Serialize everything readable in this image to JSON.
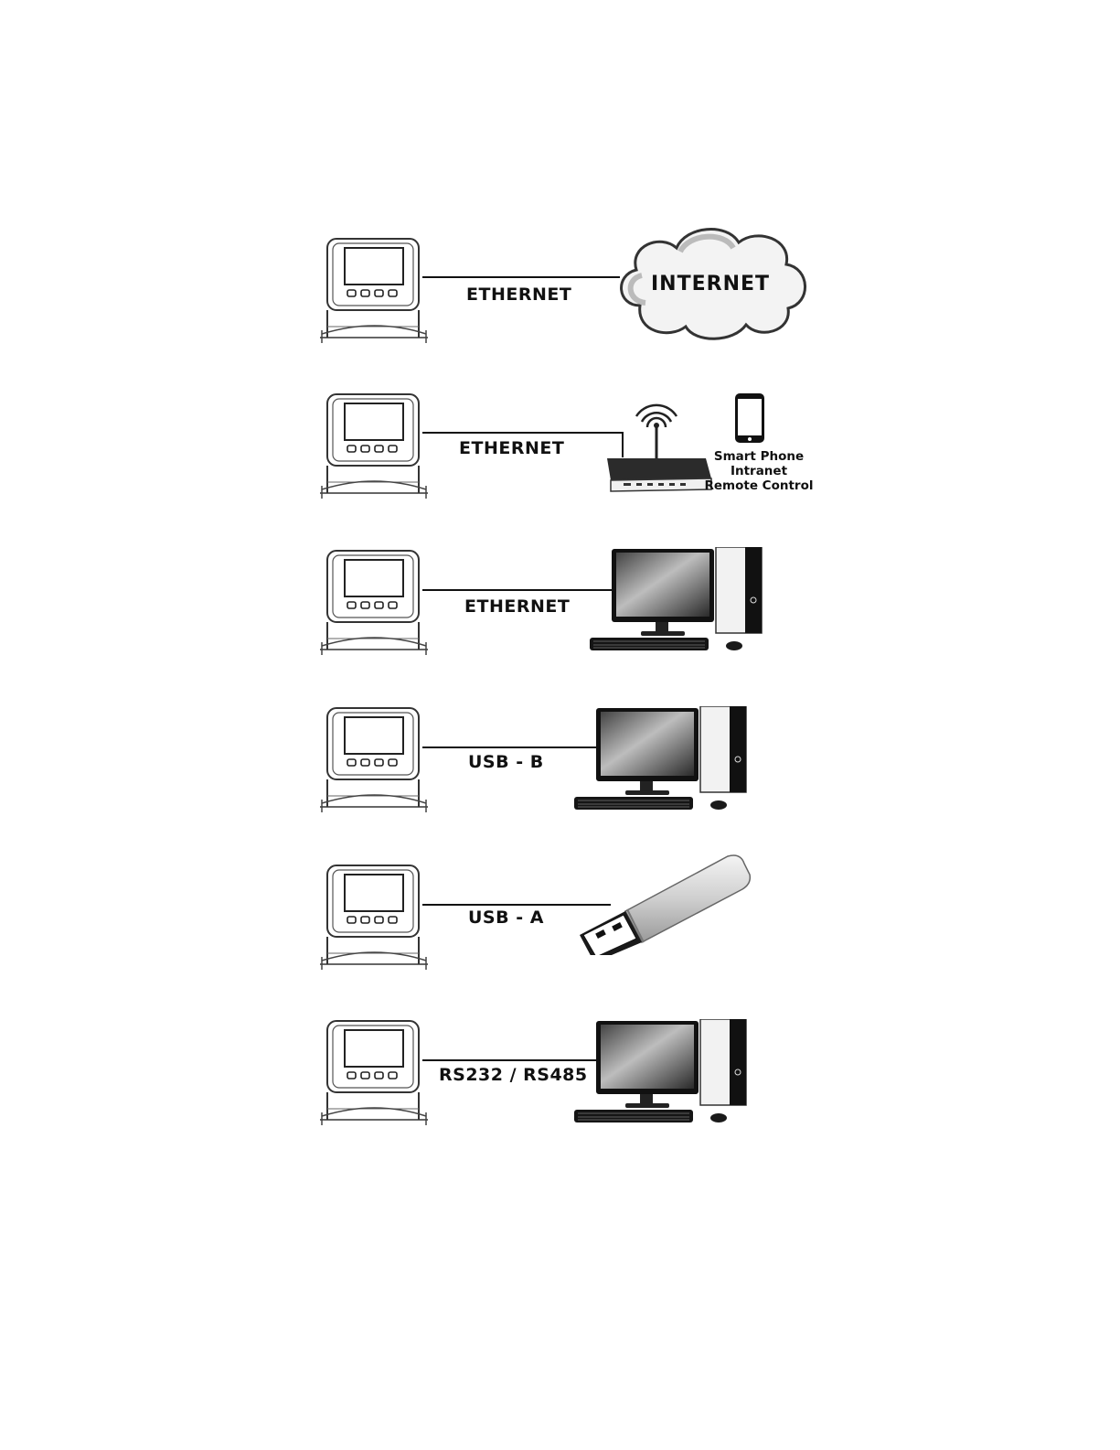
{
  "connections": [
    {
      "label": "ETHERNET",
      "target": "internet-cloud",
      "target_text": "INTERNET"
    },
    {
      "label": "ETHERNET",
      "target": "router",
      "target_caption": [
        "Smart Phone",
        "Intranet",
        "Remote Control"
      ]
    },
    {
      "label": "ETHERNET",
      "target": "desktop-computer"
    },
    {
      "label": "USB - B",
      "target": "desktop-computer"
    },
    {
      "label": "USB - A",
      "target": "usb-flash-drive"
    },
    {
      "label": "RS232 / RS485",
      "target": "desktop-computer"
    }
  ],
  "icons": [
    "controller-device-icon",
    "internet-cloud-icon",
    "router-icon",
    "smartphone-icon",
    "desktop-computer-icon",
    "usb-flash-drive-icon"
  ]
}
